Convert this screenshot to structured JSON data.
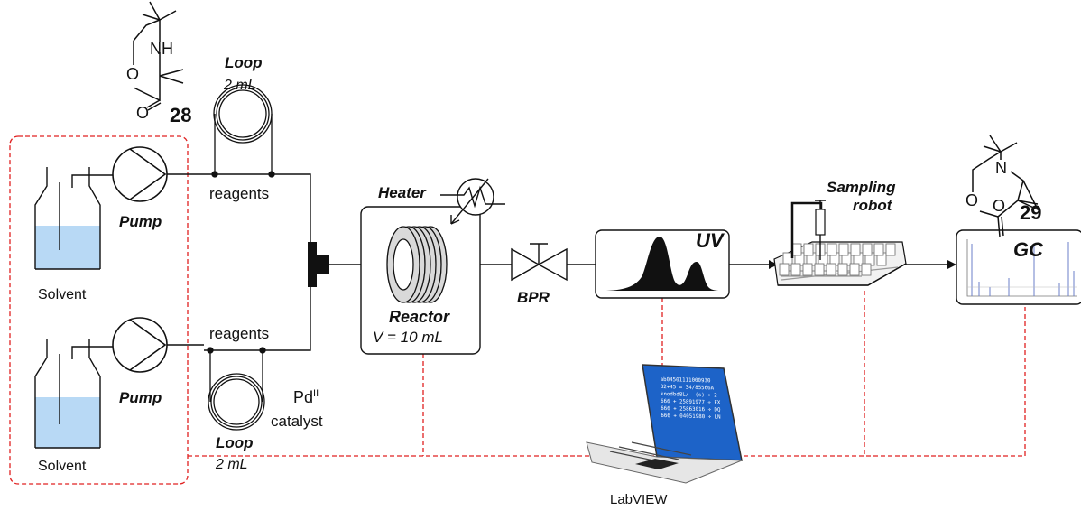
{
  "labels": {
    "loop_top_title": "Loop",
    "loop_top_volume": "2 mL",
    "compound_28": "28",
    "compound_29": "29",
    "reagents_top": "reagents",
    "reagents_bottom": "reagents",
    "pump_top": "Pump",
    "pump_bottom": "Pump",
    "solvent_top": "Solvent",
    "solvent_bottom": "Solvent",
    "heater": "Heater",
    "reactor": "Reactor",
    "reactor_volume": "V = 10 mL",
    "bpr": "BPR",
    "uv": "UV",
    "sampling_robot_line1": "Sampling",
    "sampling_robot_line2": "robot",
    "gc": "GC",
    "catalyst_pd": "Pd",
    "catalyst_superscript": "II",
    "catalyst_word": "catalyst",
    "loop_bottom_title": "Loop",
    "loop_bottom_volume": "2 mL",
    "labview": "LabVIEW",
    "mol28_nh": "NH",
    "mol28_o_ring": "O",
    "mol28_o_carbonyl": "O",
    "mol29_n": "N",
    "mol29_o_ring": "O",
    "mol29_o_carbonyl": "O"
  },
  "laptop_screen_lines": [
    "ab04501111000930",
    "32+45 = 34/85566A",
    "knodbd8L/-—(s) ÷ 2",
    "666 + 25891977 ÷ FX",
    "666 + 25863016 ÷ DQ",
    "666 + 04051980 ÷ LN"
  ],
  "colors": {
    "solvent_fill": "#b8d9f5",
    "control_line": "#e02020",
    "laptop_screen": "#1d63c8",
    "line": "#111111"
  }
}
